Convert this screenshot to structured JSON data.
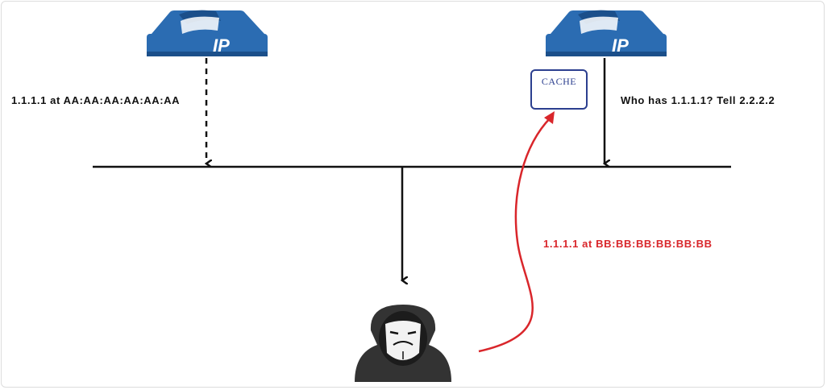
{
  "labels": {
    "reply_left": "1.1.1.1 at AA:AA:AA:AA:AA:AA",
    "request_right": "Who has 1.1.1.1? Tell 2.2.2.2",
    "spoofed_reply": "1.1.1.1 at BB:BB:BB:BB:BB:BB",
    "cache": "CACHE"
  },
  "phones": [
    {
      "icon": "ip-phone-icon",
      "text": "IP"
    },
    {
      "icon": "ip-phone-icon",
      "text": "IP"
    }
  ],
  "attacker": {
    "icon": "hooded-hacker-icon"
  },
  "colors": {
    "phone_blue": "#2b6cb2",
    "phone_dark": "#1b4f8a",
    "line": "#111111",
    "attack_arrow": "#d9262b",
    "cache_border": "#2c3f8f"
  }
}
